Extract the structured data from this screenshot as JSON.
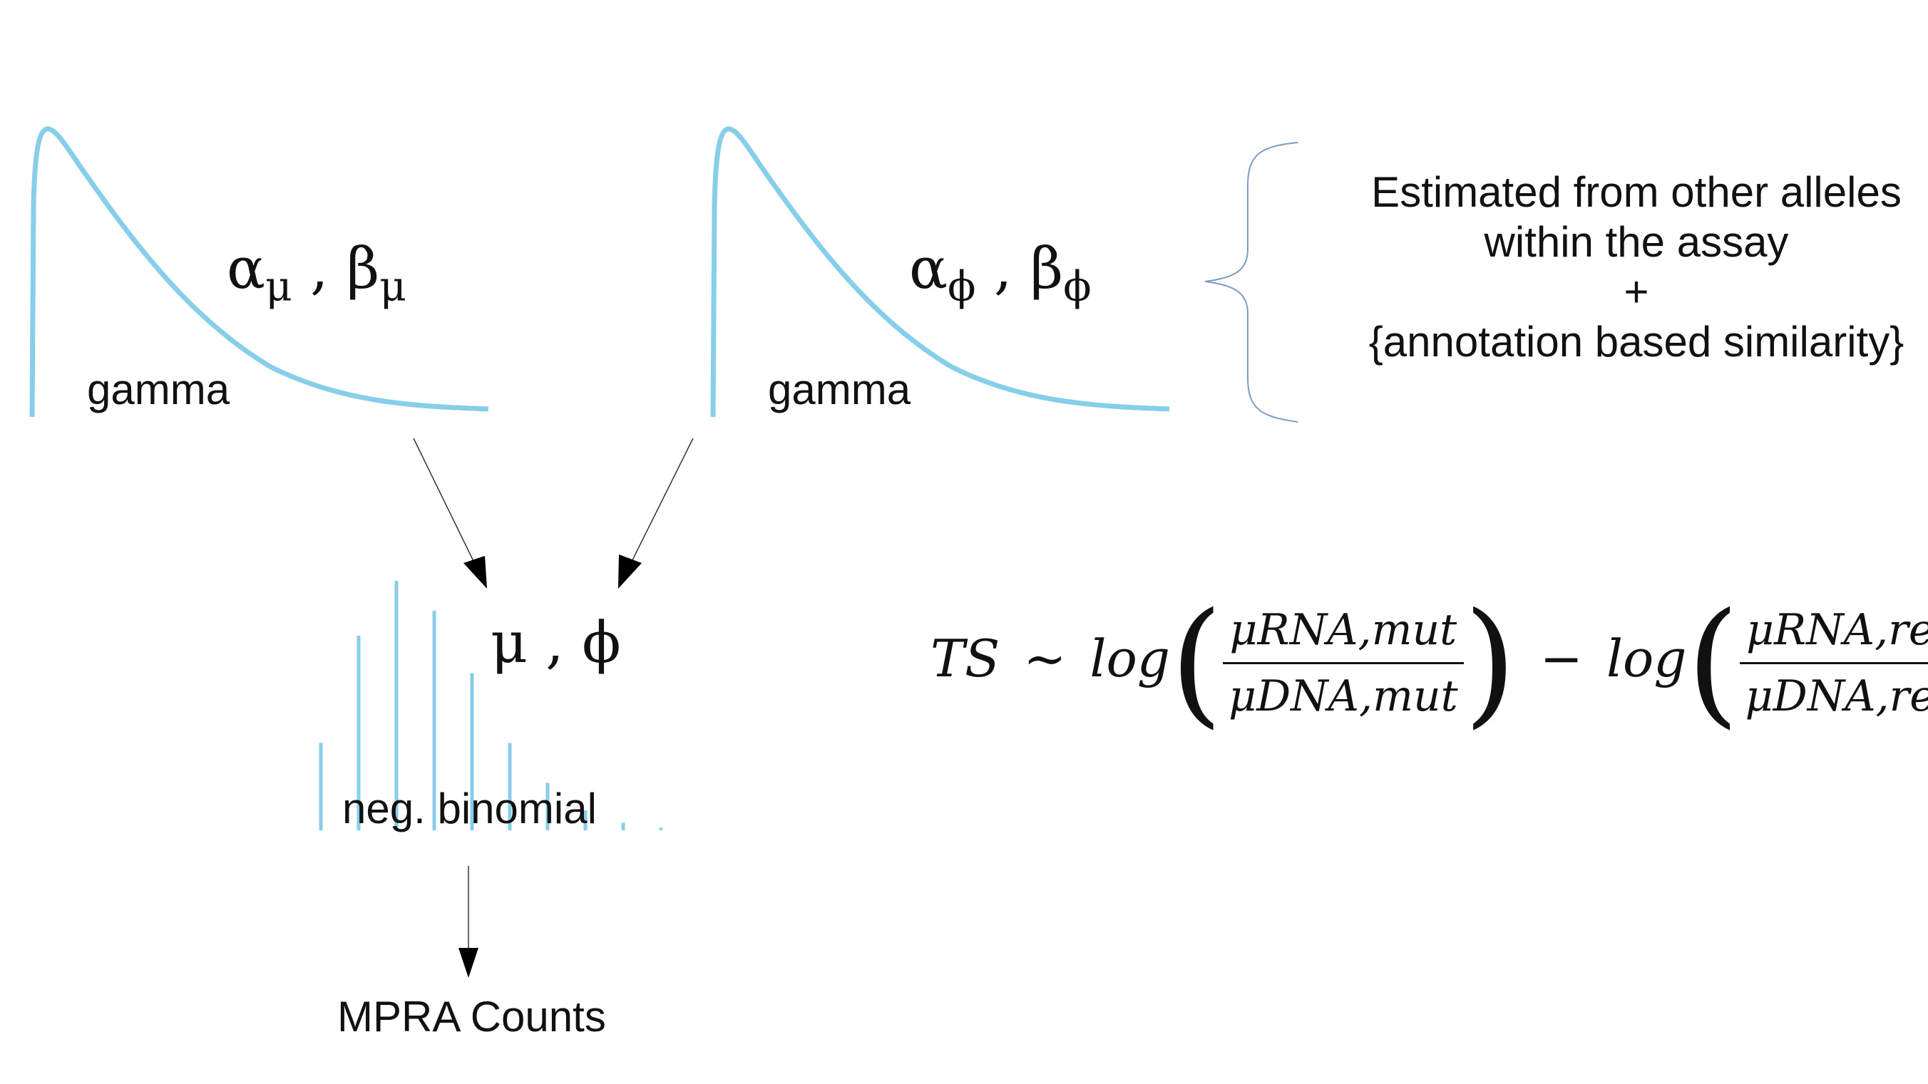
{
  "gamma_left": {
    "label": "gamma",
    "param_a": "α",
    "param_a_sub": "μ",
    "sep": " , ",
    "param_b": "β",
    "param_b_sub": "μ"
  },
  "gamma_right": {
    "label": "gamma",
    "param_a": "α",
    "param_a_sub": "ϕ",
    "sep": " , ",
    "param_b": "β",
    "param_b_sub": "ϕ"
  },
  "note": {
    "line1": "Estimated from other alleles",
    "line2": "within the assay",
    "line3": "+",
    "line4": "{annotation based similarity}"
  },
  "negbinom": {
    "params": "μ , ϕ",
    "label": "neg. binomial",
    "bar_heights": [
      0.35,
      0.78,
      1.0,
      0.88,
      0.63,
      0.35,
      0.19,
      0.08,
      0.03,
      0.01
    ]
  },
  "output": {
    "label": "MPRA Counts"
  },
  "equation": {
    "lhs": "TS",
    "sim": "∼",
    "log1": "log",
    "num1": "μRNA,mut",
    "den1": "μDNA,mut",
    "minus": "−",
    "log2": "log",
    "num2": "μRNA,ref",
    "den2": "μDNA,ref"
  },
  "colors": {
    "curve": "#87ceeb",
    "text": "#111111",
    "brace": "#7a9cc6"
  }
}
